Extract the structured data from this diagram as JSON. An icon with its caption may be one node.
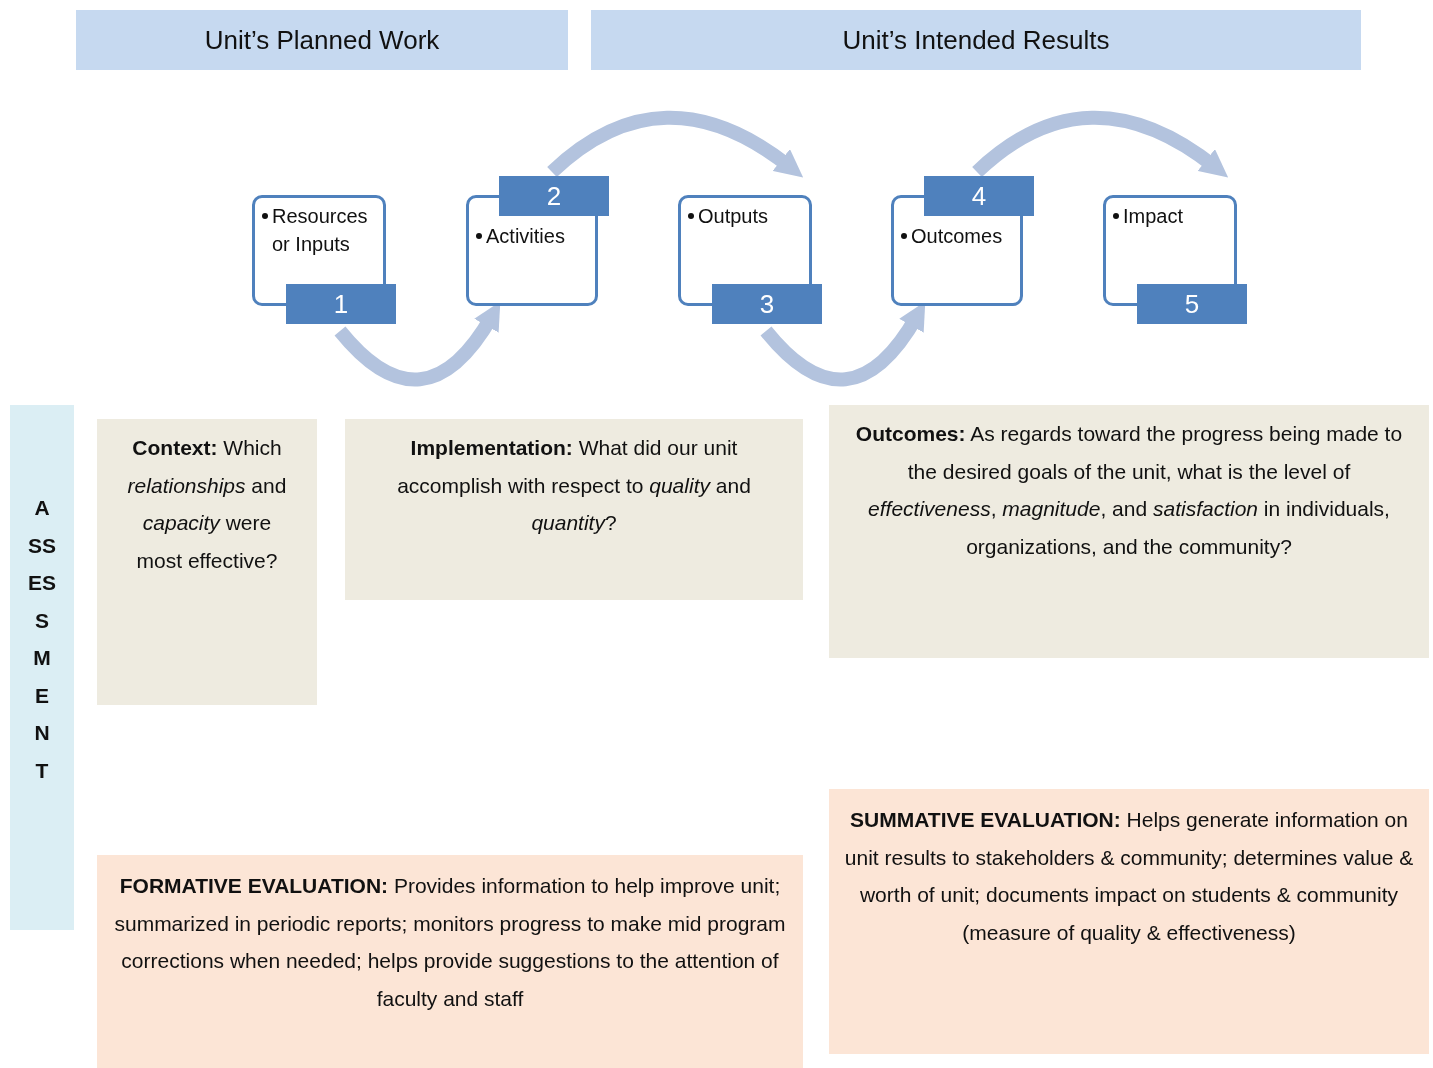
{
  "diagram": {
    "nodes": [
      {
        "text": [
          "Unit’s Planned Work"
        ]
      },
      {
        "text": [
          "Unit’s Intended Results"
        ]
      },
      {
        "text": [
          "Resources or Inputs",
          "1"
        ]
      },
      {
        "text": [
          "2",
          "Activities"
        ]
      },
      {
        "text": [
          "Outputs",
          "3"
        ]
      },
      {
        "text": [
          "4",
          "Outcomes"
        ]
      },
      {
        "text": [
          "Impact",
          "5"
        ]
      },
      {
        "text": [
          "A SS ES S M E N T"
        ]
      },
      {
        "text": [
          "**Context:** Which *relationships* and *capacity* were most effective?"
        ]
      },
      {
        "text": [
          "**Implementation:** What did our unit accomplish with respect to *quality* and *quantity*?"
        ]
      },
      {
        "text": [
          "**Outcomes:** As regards toward the progress being made to the desired goals of the unit, what is the level of *effectiveness*, *magnitude*, and *satisfaction* in individuals, organizations, and the community?"
        ]
      },
      {
        "text": [
          "**FORMATIVE EVALUATION:** Provides information to help improve unit; summarized in periodic reports; monitors progress to make mid program corrections when needed; helps provide suggestions to the attention of faculty and staff"
        ]
      },
      {
        "text": [
          "**SUMMATIVE EVALUATION:** Helps generate information on unit results to stakeholders & community; determines value & worth of unit; documents impact on students & community (measure of quality & effectiveness)"
        ]
      }
    ],
    "edges": [
      {
        "from": 2,
        "to": 3,
        "arrow": "to"
      },
      {
        "from": 3,
        "to": 4,
        "arrow": "to"
      },
      {
        "from": 4,
        "to": 5,
        "arrow": "to"
      },
      {
        "from": 5,
        "to": 6,
        "arrow": "to"
      }
    ]
  }
}
